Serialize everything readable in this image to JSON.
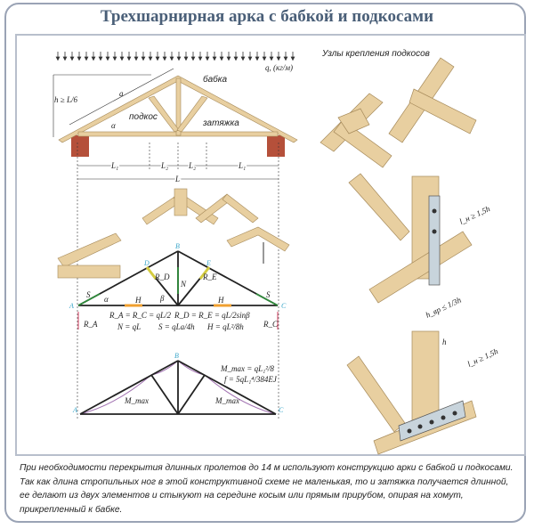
{
  "title": "Трехшарнирная арка с бабкой и подкосами",
  "top_diagram": {
    "load": "q, (кг/м)",
    "height_label": "h ≥ L/6",
    "rafter_label": "a",
    "angle_label": "α",
    "king_post": "бабка",
    "strut": "подкос",
    "tie": "затяжка",
    "dims": [
      "L₁",
      "L₂",
      "L₂",
      "L₁"
    ],
    "span": "L"
  },
  "force_diagram": {
    "nodes": [
      "A",
      "B",
      "C",
      "D",
      "E"
    ],
    "members": {
      "s_left": "S",
      "s_right": "S",
      "h_left": "H",
      "h_right": "H",
      "n": "N",
      "rd": "R_D",
      "re": "R_E",
      "beta": "β",
      "alpha": "α"
    },
    "reactions": {
      "ra": "R_A",
      "rc": "R_C"
    },
    "formulas": [
      "R_A = R_C = qL/2",
      "R_D = R_E = qL/2sinβ",
      "N = qL",
      "S = qLa/4h",
      "H = qL²/8h"
    ]
  },
  "moment_diagram": {
    "nodes": [
      "A",
      "B",
      "C"
    ],
    "m_left": "M_max",
    "m_right": "M_max",
    "formula1": "M_max = qL₁²/8",
    "formula2": "f = 5qL₁⁴/384EJ"
  },
  "joints": {
    "heading": "Узлы крепления подкосов",
    "dim1": "l_н ≥ 1,5h",
    "dim2": "h_вр ≤ 1/3h",
    "dim3": "h",
    "dim4": "l_н ≥ 1,5h"
  },
  "caption": "При необходимости перекрытия длинных пролетов до 14 м используют конструкцию арки с бабкой и подкосами. Так как длина стропильных ног в этой конструктивной схеме не маленькая, то и затяжка получается длинной, ее делают из двух элементов и стыкуют на середине косым или прямым прирубом, опирая на хомут, прикрепленный к бабке.",
  "colors": {
    "title": "#4a5f78",
    "wood": "#e8cfa0",
    "frame": "#9aa3b5",
    "member_green": "#2e8b3a",
    "node_blue": "#3aa6c9",
    "moment_purple": "#a070b0"
  }
}
